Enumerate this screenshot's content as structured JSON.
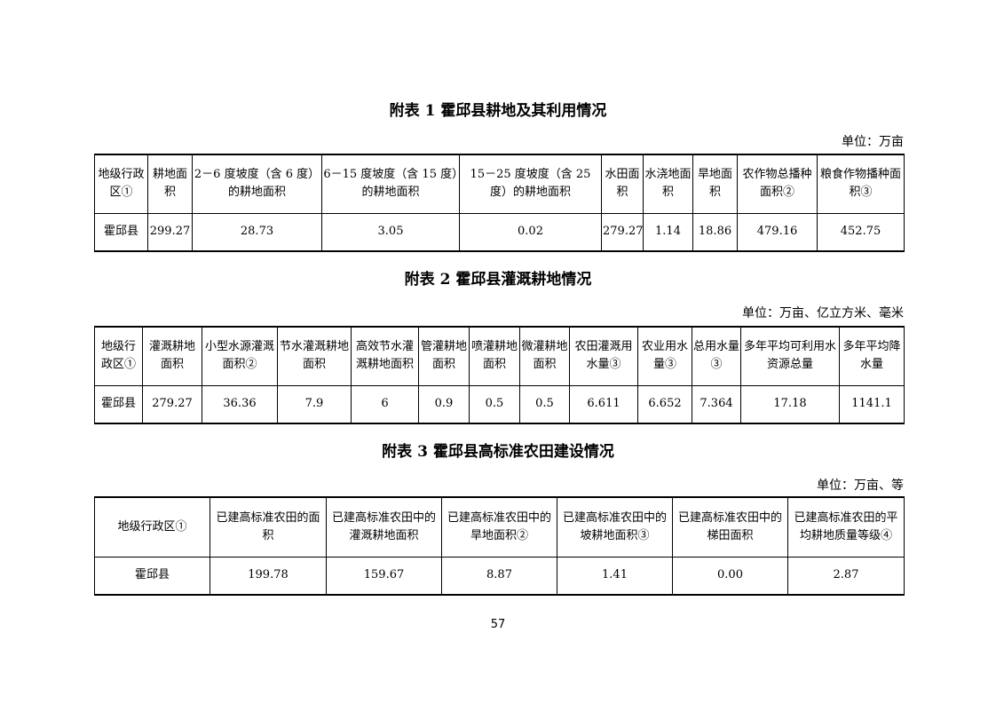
{
  "tables": [
    {
      "title": "附表 1 霍邱县耕地及其利用情况",
      "unit": "单位：万亩",
      "headers": [
        "地级行政区①",
        "耕地面积",
        "2－6 度坡度（含 6 度）的耕地面积",
        "6－15 度坡度（含 15 度）的耕地面积",
        "15－25 度坡度（含 25 度）的耕地面积",
        "水田面积",
        "水浇地面积",
        "旱地面积",
        "农作物总播种面积②",
        "粮食作物播种面积③"
      ],
      "rows": [
        [
          "霍邱县",
          "299.27",
          "28.73",
          "3.05",
          "0.02",
          "279.27",
          "1.14",
          "18.86",
          "479.16",
          "452.75"
        ]
      ]
    },
    {
      "title": "附表 2 霍邱县灌溉耕地情况",
      "unit": "单位：万亩、亿立方米、毫米",
      "headers": [
        "地级行政区①",
        "灌溉耕地面积",
        "小型水源灌溉面积②",
        "节水灌溉耕地面积",
        "高效节水灌溉耕地面积",
        "管灌耕地面积",
        "喷灌耕地面积",
        "微灌耕地面积",
        "农田灌溉用水量③",
        "农业用水量③",
        "总用水量③",
        "多年平均可利用水资源总量",
        "多年平均降水量"
      ],
      "rows": [
        [
          "霍邱县",
          "279.27",
          "36.36",
          "7.9",
          "6",
          "0.9",
          "0.5",
          "0.5",
          "6.611",
          "6.652",
          "7.364",
          "17.18",
          "1141.1"
        ]
      ]
    },
    {
      "title": "附表 3 霍邱县高标准农田建设情况",
      "unit": "单位：万亩、等",
      "headers": [
        "地级行政区①",
        "已建高标准农田的面积",
        "已建高标准农田中的灌溉耕地面积",
        "已建高标准农田中的旱地面积②",
        "已建高标准农田中的坡耕地面积③",
        "已建高标准农田中的梯田面积",
        "已建高标准农田的平均耕地质量等级④"
      ],
      "rows": [
        [
          "霍邱县",
          "199.78",
          "159.67",
          "8.87",
          "1.41",
          "0.00",
          "2.87"
        ]
      ]
    }
  ],
  "page_number": "57"
}
